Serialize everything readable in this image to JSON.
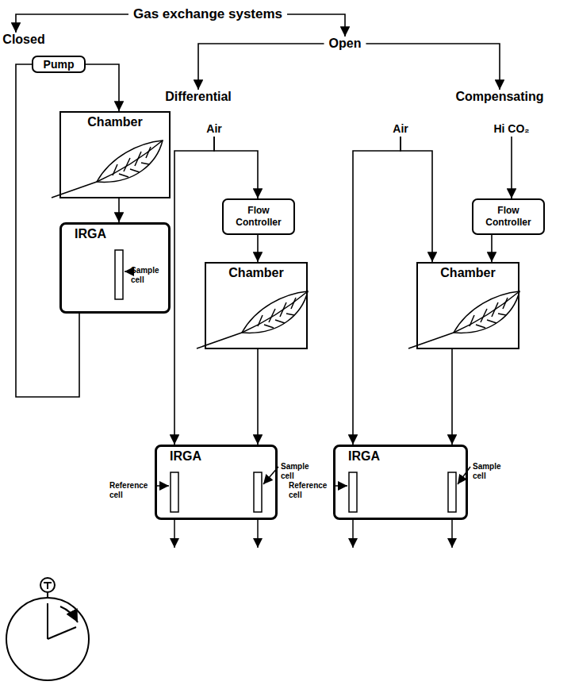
{
  "diagram": {
    "nodes": [
      {
        "text": [
          "Gas exchange systems"
        ]
      },
      {
        "text": [
          "Closed"
        ]
      },
      {
        "text": [
          "Open"
        ]
      },
      {
        "text": [
          "Differential"
        ]
      },
      {
        "text": [
          "Compensating"
        ]
      },
      {
        "text": [
          "Pump"
        ]
      },
      {
        "text": [
          "Air"
        ]
      },
      {
        "text": [
          "Air"
        ]
      },
      {
        "text": [
          "Hi CO₂"
        ]
      },
      {
        "text": [
          "Flow Controller"
        ]
      },
      {
        "text": [
          "Flow Controller"
        ]
      },
      {
        "text": [
          "Chamber"
        ]
      },
      {
        "text": [
          "Chamber"
        ]
      },
      {
        "text": [
          "Chamber"
        ]
      },
      {
        "text": [
          "IRGA"
        ]
      },
      {
        "text": [
          "IRGA"
        ]
      },
      {
        "text": [
          "IRGA"
        ]
      }
    ],
    "edges": [
      {
        "from": 0,
        "to": 1,
        "arrow": "to"
      },
      {
        "from": 0,
        "to": 2,
        "arrow": "to"
      },
      {
        "from": 2,
        "to": 3,
        "arrow": "to"
      },
      {
        "from": 2,
        "to": 4,
        "arrow": "to"
      },
      {
        "from": 5,
        "to": 11,
        "arrow": "to"
      },
      {
        "from": 11,
        "to": 14,
        "arrow": "to"
      },
      {
        "from": 14,
        "to": 5,
        "arrow": "none"
      },
      {
        "from": 6,
        "to": 15,
        "arrow": "to"
      },
      {
        "from": 6,
        "to": 9,
        "arrow": "to"
      },
      {
        "from": 9,
        "to": 12,
        "arrow": "to"
      },
      {
        "from": 12,
        "to": 15,
        "arrow": "to"
      },
      {
        "from": 7,
        "to": 16,
        "arrow": "to"
      },
      {
        "from": 7,
        "to": 13,
        "arrow": "to"
      },
      {
        "from": 8,
        "to": 10,
        "arrow": "to"
      },
      {
        "from": 10,
        "to": 13,
        "arrow": "to"
      },
      {
        "from": 13,
        "to": 16,
        "arrow": "to"
      }
    ],
    "labels": [
      "Sample cell",
      "Reference cell",
      "Sample cell",
      "Reference cell",
      "Sample cell"
    ]
  }
}
